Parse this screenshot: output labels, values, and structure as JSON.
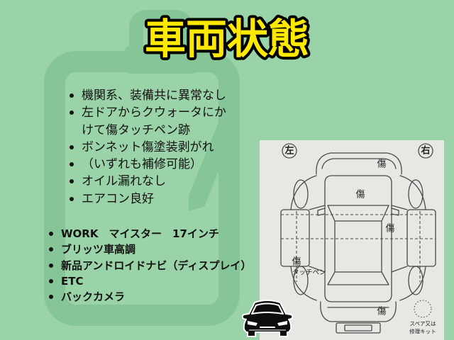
{
  "title": "車両状態",
  "condition_list": [
    {
      "lines": [
        "機関系、装備共に異常なし"
      ]
    },
    {
      "lines": [
        "左ドアからクウォータにか",
        "けて傷タッチペン跡"
      ]
    },
    {
      "lines": [
        "ボンネット傷塗装剥がれ"
      ]
    },
    {
      "lines": [
        "（いずれも補修可能）"
      ]
    },
    {
      "lines": [
        "オイル漏れなし"
      ]
    },
    {
      "lines": [
        "エアコン良好"
      ]
    }
  ],
  "equipment_list": [
    "WORK　マイスター　17インチ",
    "ブリッツ車高調",
    "新品アンドロイドナビ（ディスプレイ）",
    "ETC",
    "バックカメラ"
  ],
  "damage_diagram": {
    "left_label": "左",
    "right_label": "右",
    "damage_marks": [
      "傷",
      "傷",
      "傷",
      "傷",
      "傷"
    ],
    "touch_pen_note": "タッチペン",
    "spare_tire_label": [
      "スペア又は",
      "修理キット"
    ]
  },
  "icons": {
    "background": "clipboard-icon",
    "list_bullet": "bullet-dot-icon",
    "car": "car-front-icon",
    "spare_tire": "spare-tire-circle-icon"
  },
  "colors": {
    "background": "#9ad3a8",
    "clipboard_outline": "#86c597",
    "title_fill": "#ffe900",
    "title_stroke": "#000000",
    "text": "#111111",
    "diagram_paper": "#e7e7e4",
    "diagram_lines": "#4a4a4a"
  }
}
